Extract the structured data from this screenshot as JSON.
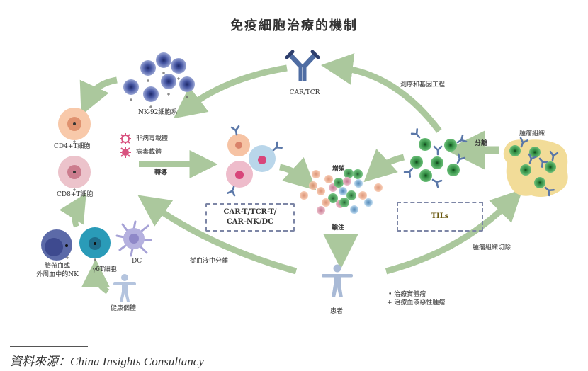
{
  "title": "免疫細胞治療的機制",
  "labels": {
    "car_tcr": "CAR/TCR",
    "sequencing": "測序和基因工程",
    "nk92": "NK-92細胞系",
    "cd4": "CD4+T細胞",
    "cd8": "CD8+T細胞",
    "nonviral": "非病毒載體",
    "viral": "病毒載體",
    "transduction": "轉導",
    "cord_blood_nk_line1": "臍帶血或",
    "cord_blood_nk_line2": "外周血中的NK",
    "gamma_delta_t": "γδT細胞",
    "dc": "DC",
    "healthy": "健康個體",
    "isolate_blood": "從血液中分離",
    "expansion": "增殖",
    "infusion": "輸注",
    "patient": "患者",
    "tumor_tissue": "腫瘤組織",
    "isolation": "分離",
    "tumor_resection": "腫瘤組織切除",
    "til_box": "TILs",
    "car_box_line1": "CAR-T/TCR-T/",
    "car_box_line2": "CAR-NK/DC",
    "legend_solid": "• 治療實體瘤",
    "legend_blood": "+ 治療血液惡性腫瘤"
  },
  "source": "資料來源：China Insights Consultancy",
  "colors": {
    "arrow": "#9dbf8c",
    "nk_cell": "#5a6bb0",
    "tumor_bg": "#f2dc98",
    "til_cell": "#3d9b4e",
    "antibody": "#5a77a8",
    "box_border": "#7d86a6",
    "figure": "#a9bad6"
  }
}
